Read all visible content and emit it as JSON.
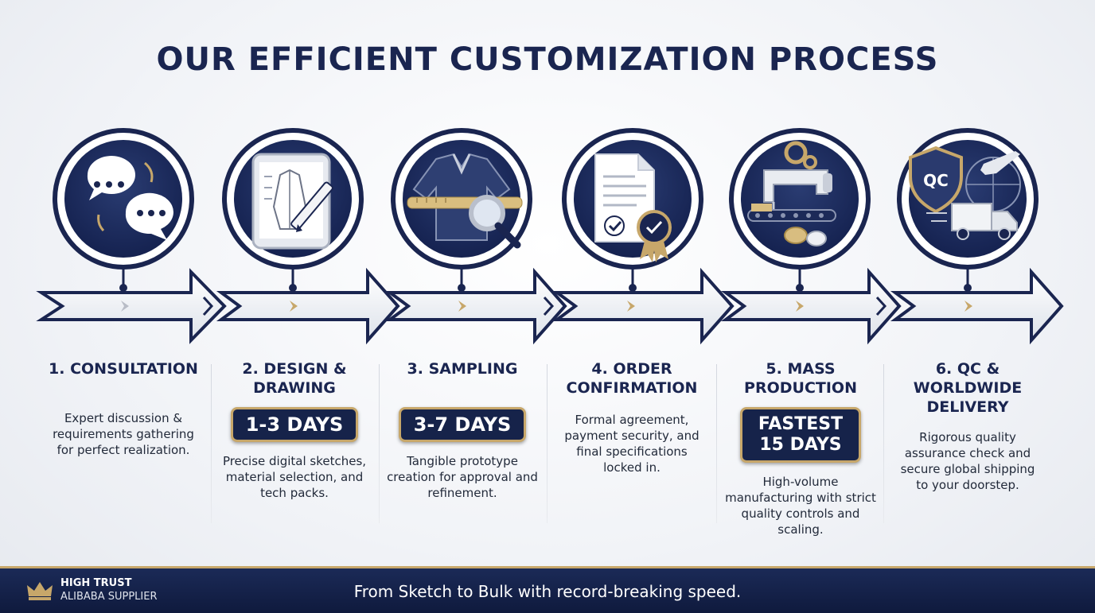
{
  "title": "OUR EFFICIENT CUSTOMIZATION PROCESS",
  "steps": [
    {
      "title": "1. CONSULTATION",
      "badge": "",
      "description": "Expert discussion & requirements gathering for perfect realization.",
      "icon": "chat-bubbles-icon"
    },
    {
      "title": "2. DESIGN & DRAWING",
      "badge": "1-3 DAYS",
      "description": "Precise digital sketches, material selection, and tech packs.",
      "icon": "tablet-sketch-icon"
    },
    {
      "title": "3. SAMPLING",
      "badge": "3-7 DAYS",
      "description": "Tangible prototype creation for approval and refinement.",
      "icon": "sweater-magnifier-icon"
    },
    {
      "title": "4. ORDER CONFIRMATION",
      "badge": "",
      "description": "Formal agreement, payment security, and final specifications locked in.",
      "icon": "document-seal-icon"
    },
    {
      "title": "5. MASS PRODUCTION",
      "badge_line1": "FASTEST",
      "badge_line2": "15 DAYS",
      "description": "High-volume manufacturing with strict quality controls and scaling.",
      "icon": "sewing-machine-icon"
    },
    {
      "title": "6. QC & WORLDWIDE DELIVERY",
      "badge": "",
      "description": "Rigorous quality assurance check and secure global shipping to your doorstep.",
      "icon": "qc-shield-truck-icon",
      "qc_label": "QC"
    }
  ],
  "footer": {
    "brand_line1": "HIGH TRUST",
    "brand_line2": "ALIBABA SUPPLIER",
    "slogan": "From Sketch to Bulk with record-breaking speed."
  },
  "colors": {
    "navy": "#1a2550",
    "gold": "#c7a76a",
    "white": "#ffffff"
  }
}
